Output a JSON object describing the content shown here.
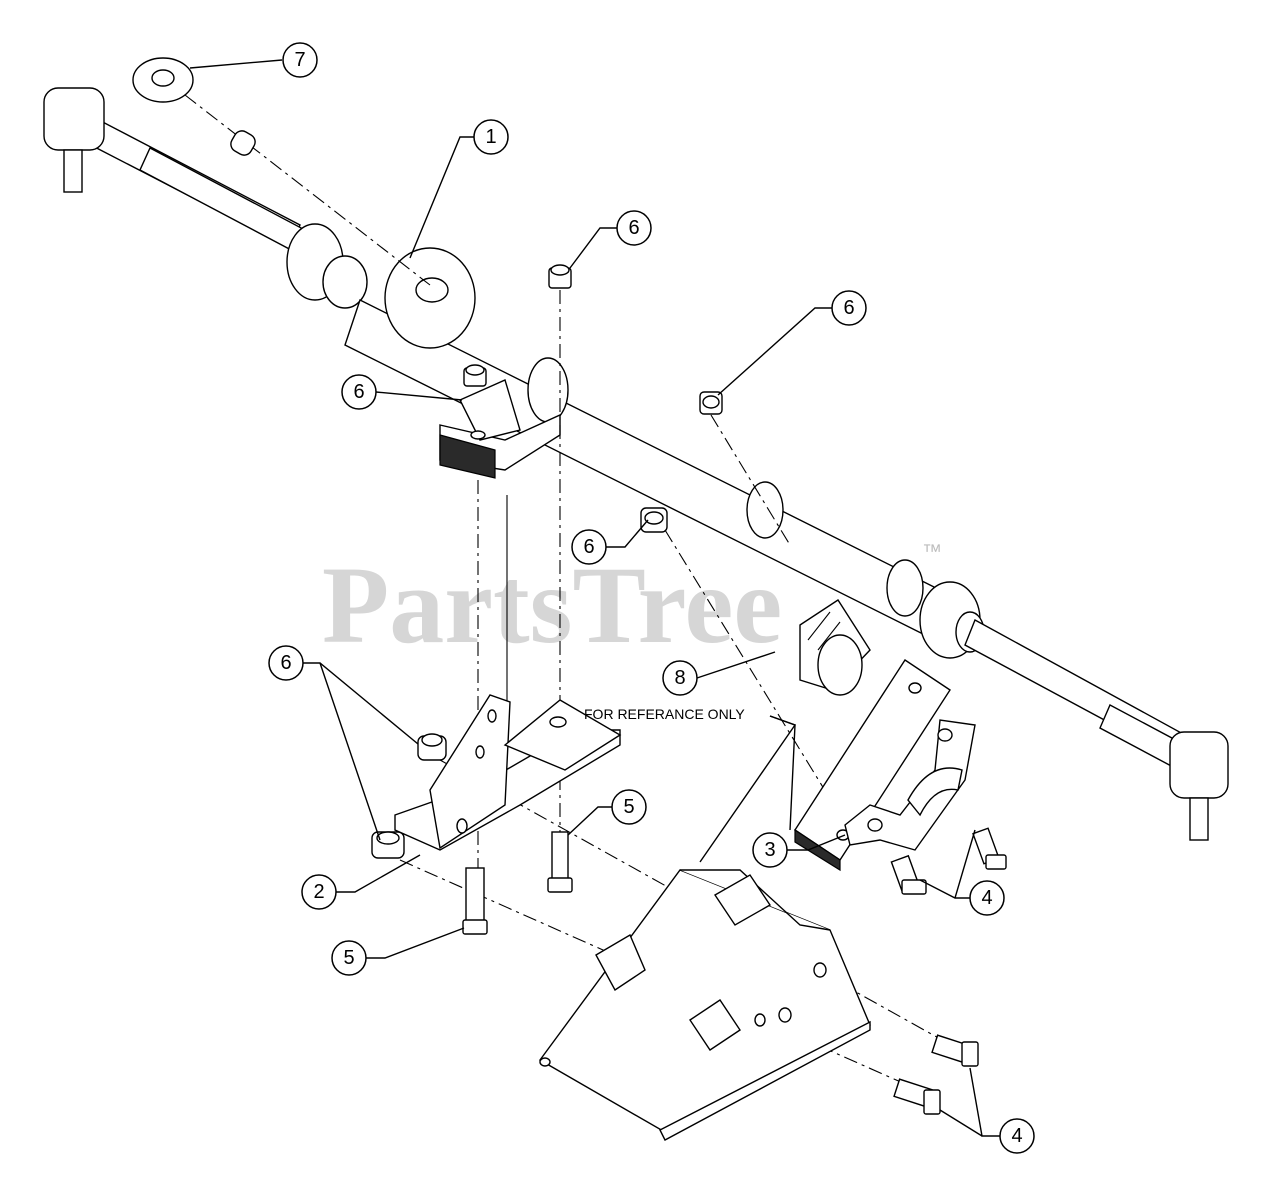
{
  "watermark": {
    "text": "PartsTree",
    "mark": "™"
  },
  "note": {
    "text": "FOR REFERANCE ONLY"
  },
  "callouts": [
    {
      "id": "c7",
      "label": "7"
    },
    {
      "id": "c1",
      "label": "1"
    },
    {
      "id": "c6a",
      "label": "6"
    },
    {
      "id": "c6b",
      "label": "6"
    },
    {
      "id": "c6c",
      "label": "6"
    },
    {
      "id": "c6d",
      "label": "6"
    },
    {
      "id": "c6e",
      "label": "6"
    },
    {
      "id": "c8",
      "label": "8"
    },
    {
      "id": "c5a",
      "label": "5"
    },
    {
      "id": "c3",
      "label": "3"
    },
    {
      "id": "c2",
      "label": "2"
    },
    {
      "id": "c4a",
      "label": "4"
    },
    {
      "id": "c5b",
      "label": "5"
    },
    {
      "id": "c4b",
      "label": "4"
    }
  ],
  "colors": {
    "line": "#000000",
    "background": "#ffffff",
    "watermark": "#cfcfcf"
  }
}
